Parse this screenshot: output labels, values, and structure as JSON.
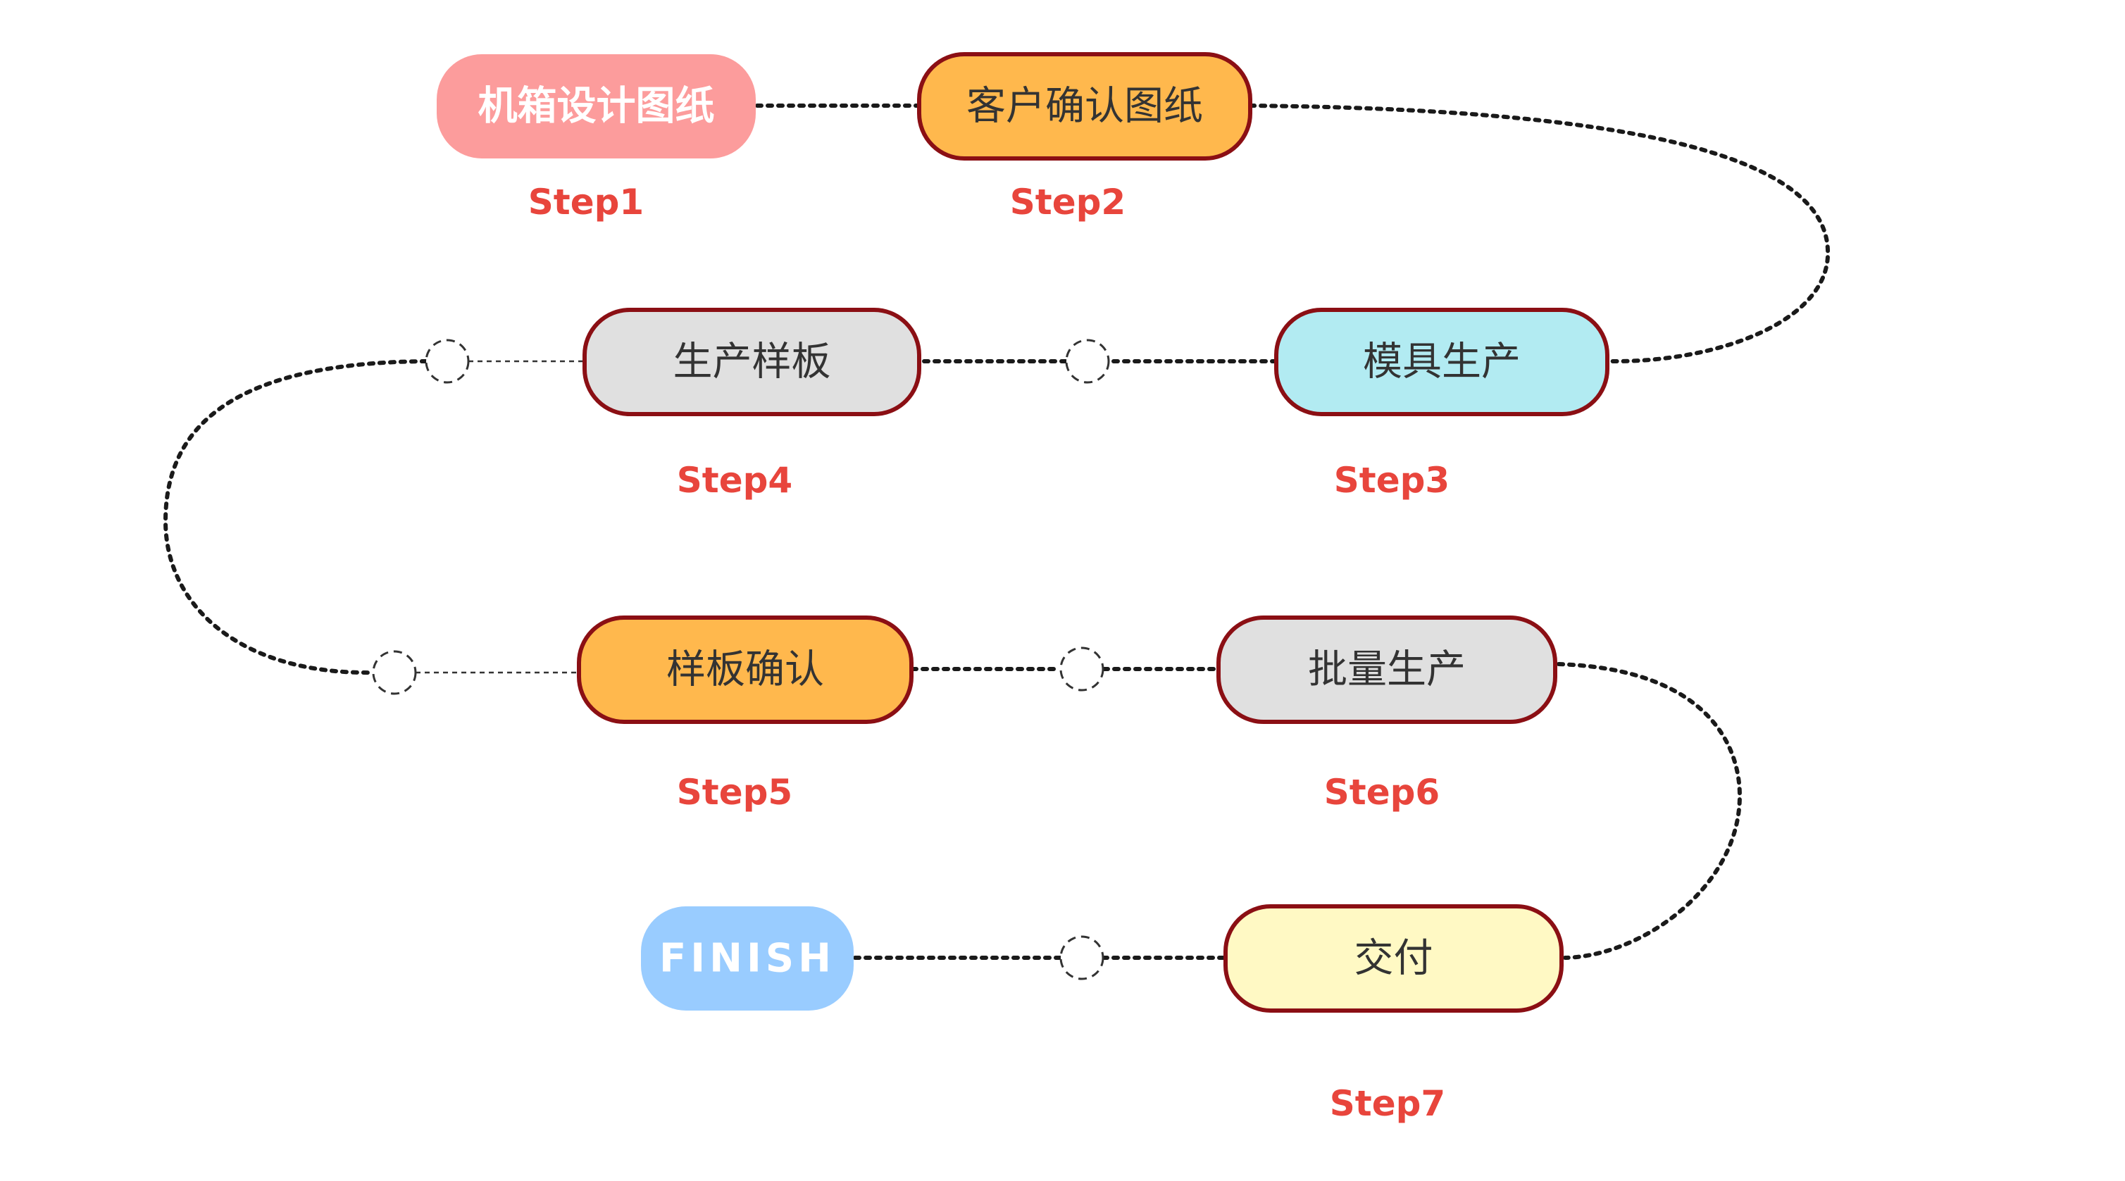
{
  "colors": {
    "connector": "#1a1a1a",
    "node_border": "#8b0f14",
    "step_text": "#e8453c",
    "dark_text": "#333333",
    "light_text": "#ffffff"
  },
  "nodes": [
    {
      "id": "design",
      "label": "机箱设计图纸",
      "fill": "#fc9c9c",
      "bordered": false,
      "text_color": "#ffffff",
      "bold": true
    },
    {
      "id": "confirm",
      "label": "客户确认图纸",
      "fill": "#ffb84d",
      "bordered": true,
      "text_color": "#333333",
      "bold": false
    },
    {
      "id": "mold",
      "label": "模具生产",
      "fill": "#b2ebf2",
      "bordered": true,
      "text_color": "#333333",
      "bold": false
    },
    {
      "id": "sample",
      "label": "生产样板",
      "fill": "#e0e0e0",
      "bordered": true,
      "text_color": "#333333",
      "bold": false
    },
    {
      "id": "sample-confirm",
      "label": "样板确认",
      "fill": "#ffb84d",
      "bordered": true,
      "text_color": "#333333",
      "bold": false
    },
    {
      "id": "mass",
      "label": "批量生产",
      "fill": "#e0e0e0",
      "bordered": true,
      "text_color": "#333333",
      "bold": false
    },
    {
      "id": "delivery",
      "label": "交付",
      "fill": "#fff9c4",
      "bordered": true,
      "text_color": "#333333",
      "bold": false
    },
    {
      "id": "finish",
      "label": "FINISH",
      "fill": "#99ccff",
      "bordered": false,
      "text_color": "#ffffff",
      "bold": true
    }
  ],
  "steps": [
    {
      "id": "step1",
      "label": "Step1"
    },
    {
      "id": "step2",
      "label": "Step2"
    },
    {
      "id": "step3",
      "label": "Step3"
    },
    {
      "id": "step4",
      "label": "Step4"
    },
    {
      "id": "step5",
      "label": "Step5"
    },
    {
      "id": "step6",
      "label": "Step6"
    },
    {
      "id": "step7",
      "label": "Step7"
    }
  ]
}
